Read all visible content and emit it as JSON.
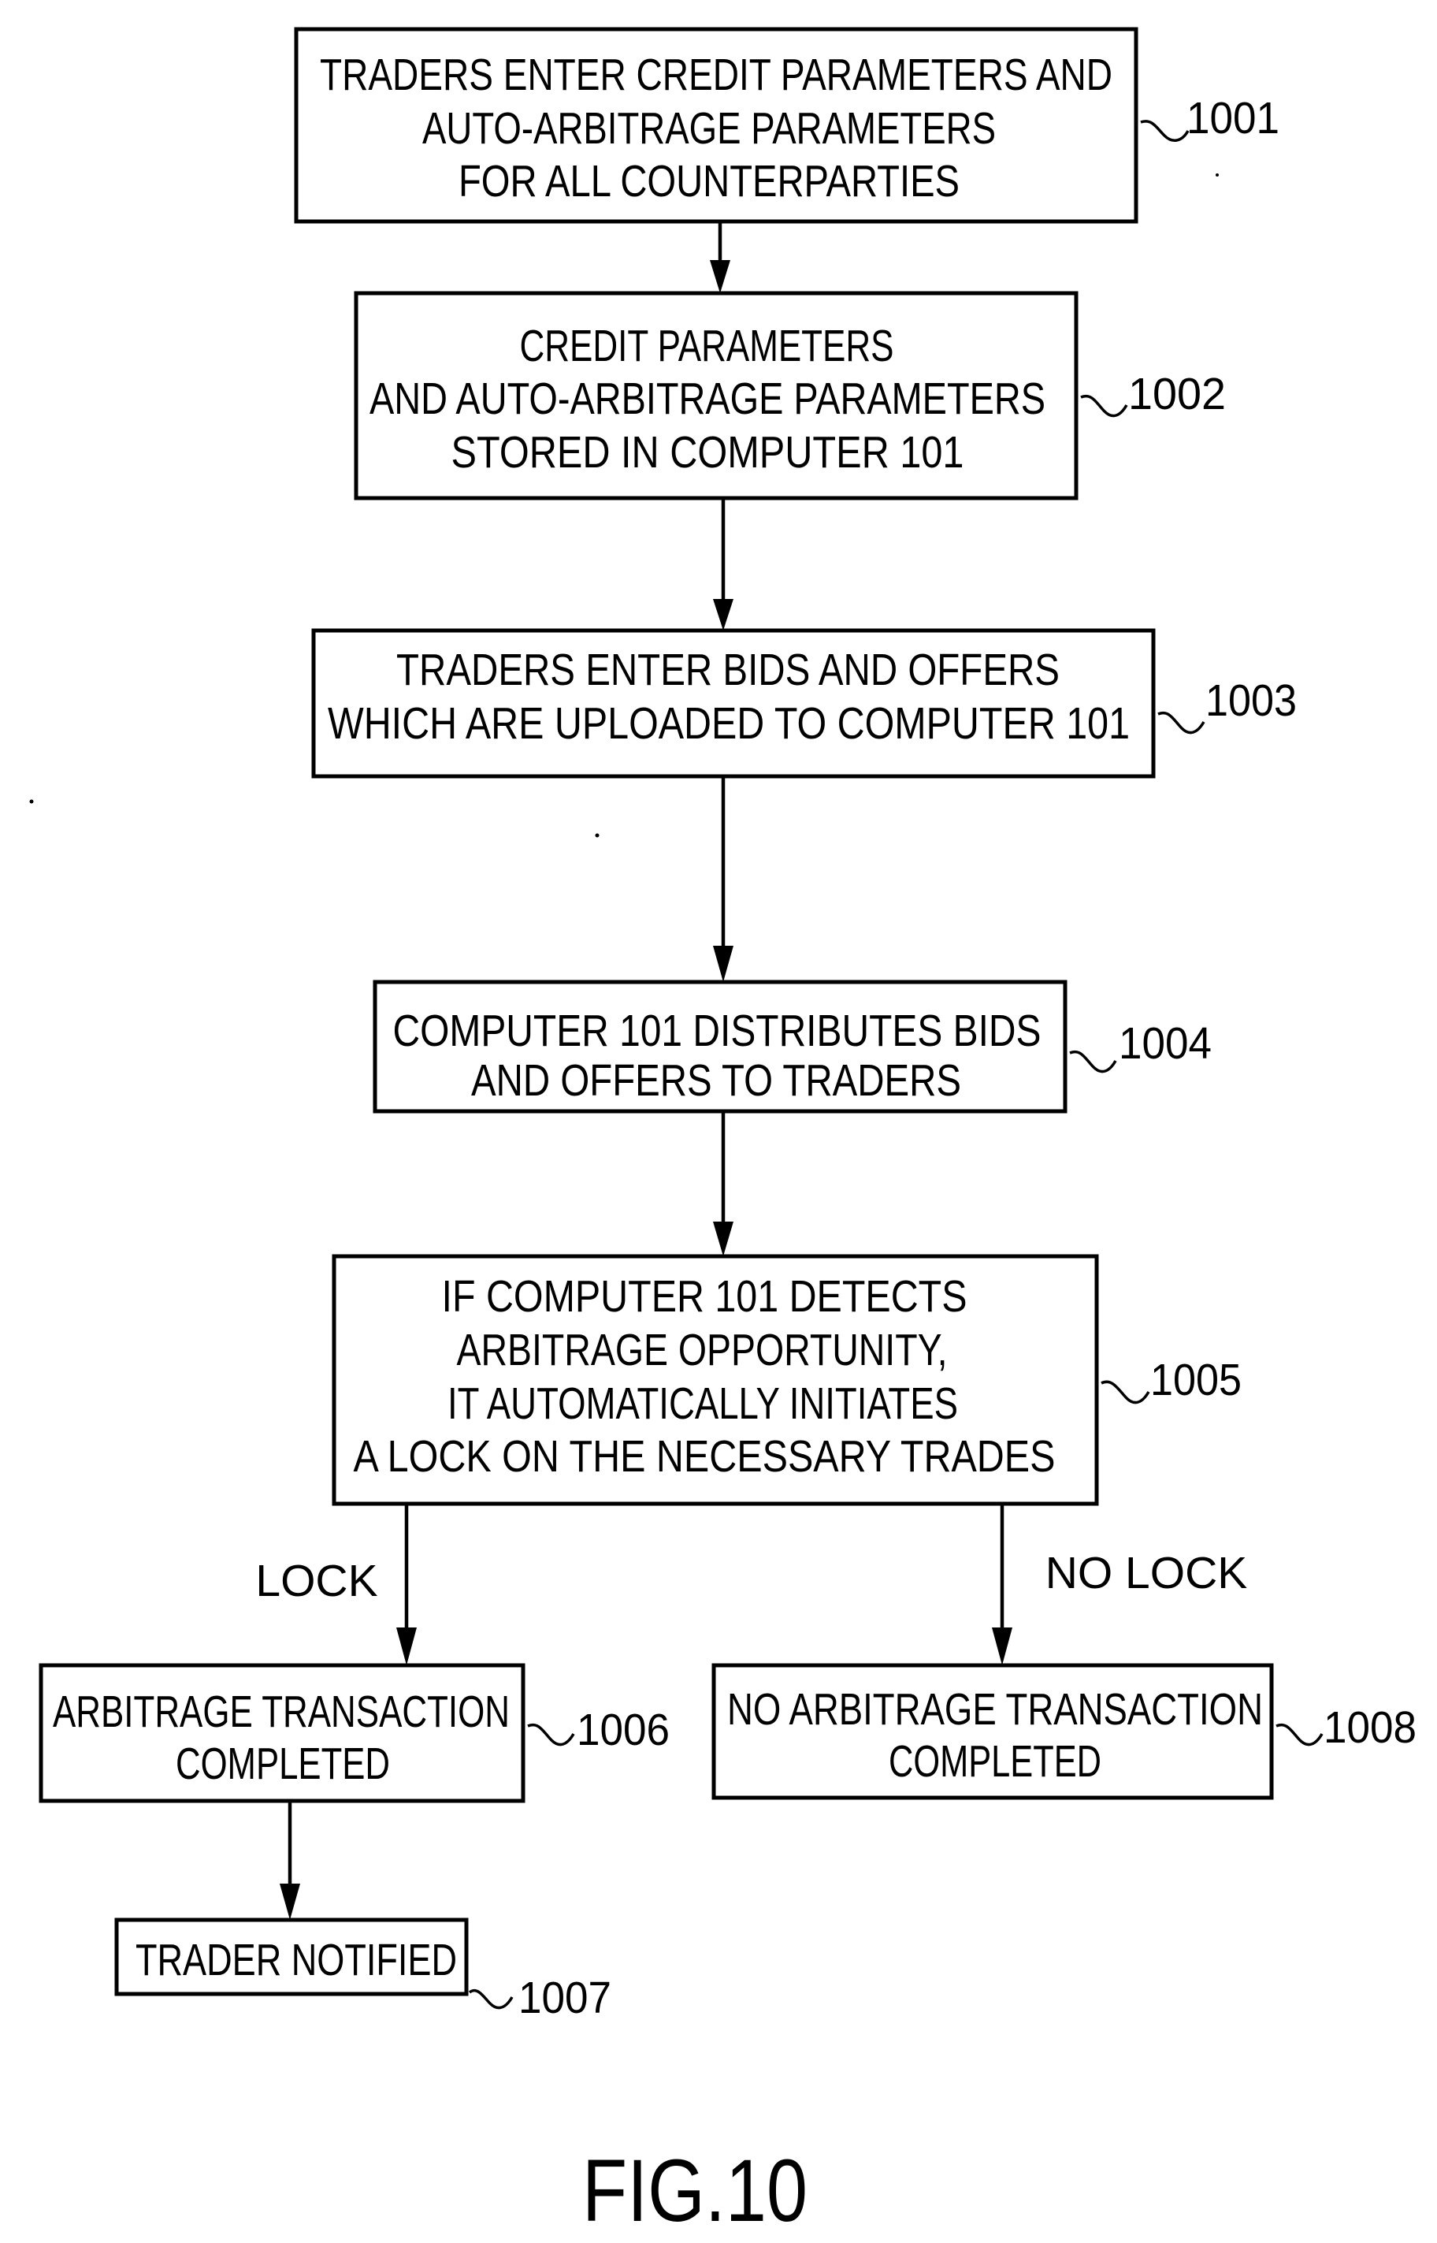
{
  "figure_label": "FIG.10",
  "nodes": {
    "n1001": {
      "ref": "1001",
      "lines": [
        "TRADERS ENTER CREDIT PARAMETERS AND",
        "AUTO-ARBITRAGE PARAMETERS",
        "FOR ALL COUNTERPARTIES"
      ]
    },
    "n1002": {
      "ref": "1002",
      "lines": [
        "CREDIT PARAMETERS",
        "AND AUTO-ARBITRAGE PARAMETERS",
        "STORED IN COMPUTER 101"
      ]
    },
    "n1003": {
      "ref": "1003",
      "lines": [
        "TRADERS ENTER BIDS AND OFFERS",
        "WHICH ARE UPLOADED TO COMPUTER 101"
      ]
    },
    "n1004": {
      "ref": "1004",
      "lines": [
        "COMPUTER 101 DISTRIBUTES BIDS",
        "AND OFFERS TO TRADERS"
      ]
    },
    "n1005": {
      "ref": "1005",
      "lines": [
        "IF COMPUTER 101 DETECTS",
        "ARBITRAGE OPPORTUNITY,",
        "IT AUTOMATICALLY INITIATES",
        "A LOCK ON THE NECESSARY TRADES"
      ]
    },
    "n1006": {
      "ref": "1006",
      "lines": [
        "ARBITRAGE TRANSACTION",
        "COMPLETED"
      ]
    },
    "n1007": {
      "ref": "1007",
      "lines": [
        "TRADER NOTIFIED"
      ]
    },
    "n1008": {
      "ref": "1008",
      "lines": [
        "NO ARBITRAGE TRANSACTION",
        "COMPLETED"
      ]
    }
  },
  "edges": {
    "lock_label": "LOCK",
    "no_lock_label": "NO LOCK"
  }
}
